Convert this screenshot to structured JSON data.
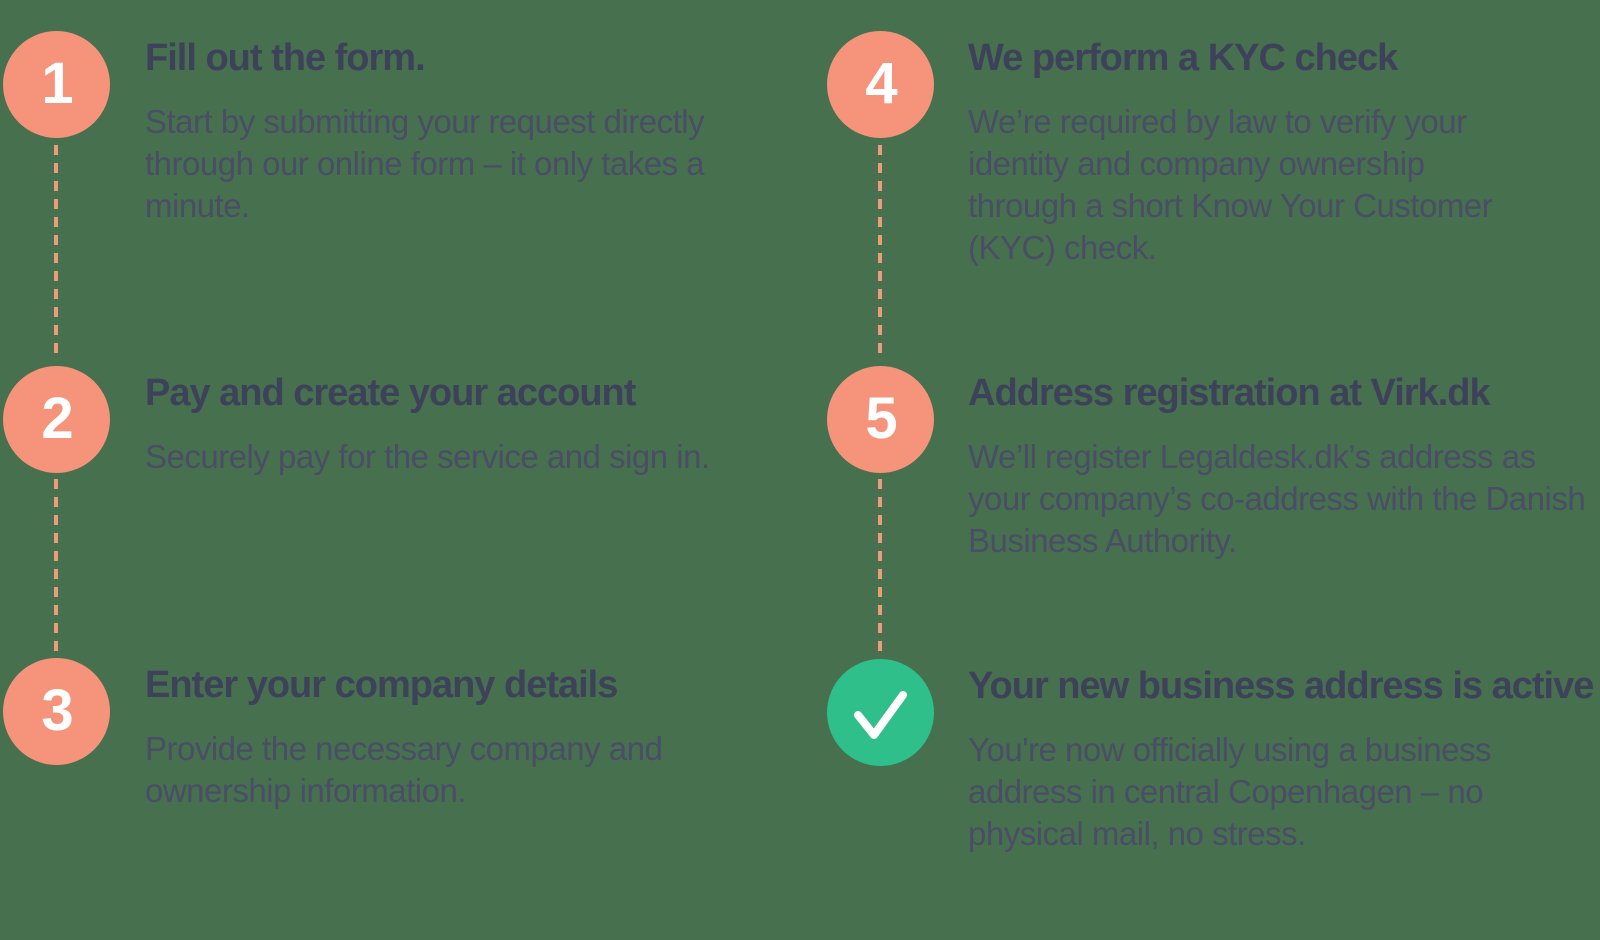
{
  "diagram": {
    "title_implicit": "How it works – 6 step process",
    "colors": {
      "background": "#47704F",
      "step_circle": "#F6947B",
      "connector_dash": "#EC9C7B",
      "done_circle": "#2FBF8B",
      "heading_text": "#3E415A",
      "body_text": "#4A4D66",
      "number_text": "#FFFFFF"
    },
    "steps": [
      {
        "marker": "1",
        "title": "Fill out the form.",
        "description": "Start by submitting your request directly through our online form – it only takes a minute."
      },
      {
        "marker": "2",
        "title": "Pay and create your account",
        "description": "Securely pay for the service and sign in."
      },
      {
        "marker": "3",
        "title": "Enter your company details",
        "description": "Provide the necessary company and ownership information."
      },
      {
        "marker": "4",
        "title": "We perform a KYC check",
        "description": "We’re required by law to verify your identity and company ownership through a short Know Your Customer (KYC) check."
      },
      {
        "marker": "5",
        "title": "Address registration at Virk.dk",
        "description": "We’ll register Legaldesk.dk’s address as your company’s co-address with the Danish Business Authority."
      },
      {
        "marker": "check",
        "icon": "check-icon",
        "title": "Your new business address is active",
        "description": "You're now officially using a business address in central Copenhagen – no physical mail, no stress."
      }
    ]
  }
}
